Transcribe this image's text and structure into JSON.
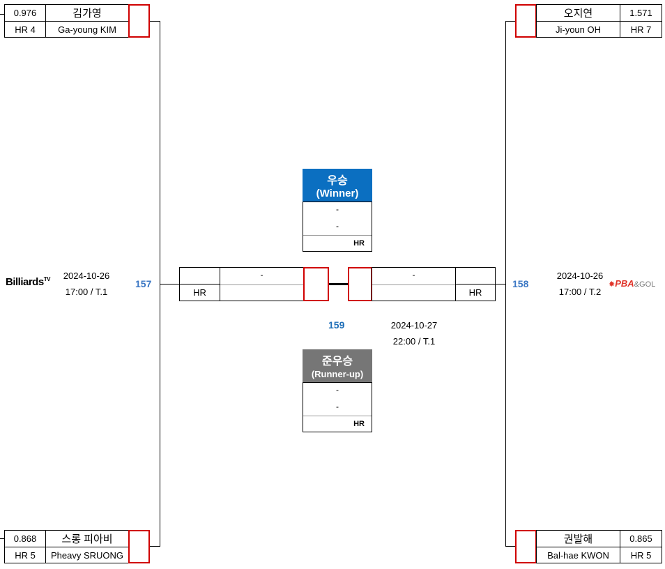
{
  "players": {
    "top_left": {
      "avg": "0.976",
      "name_kr": "김가영",
      "hr": "HR 4",
      "name_en": "Ga-young KIM"
    },
    "bottom_left": {
      "avg": "0.868",
      "name_kr": "스롱 피아비",
      "hr": "HR 5",
      "name_en": "Pheavy SRUONG"
    },
    "top_right": {
      "avg": "1.571",
      "name_kr": "오지연",
      "hr": "HR 7",
      "name_en": "Ji-youn OH"
    },
    "bottom_right": {
      "avg": "0.865",
      "name_kr": "권발해",
      "hr": "HR 5",
      "name_en": "Bal-hae KWON"
    }
  },
  "matches": {
    "left": {
      "number": "157",
      "date": "2024-10-26",
      "time": "17:00 / T.1",
      "broadcaster": "Billiards",
      "broadcaster_sup": "TV"
    },
    "right": {
      "number": "158",
      "date": "2024-10-26",
      "time": "17:00 / T.2",
      "broadcaster": "PBA",
      "broadcaster_suffix": "&GOL"
    },
    "final": {
      "number": "159",
      "date": "2024-10-27",
      "time": "22:00 / T.1"
    }
  },
  "final_slots": {
    "left": {
      "name": "-",
      "hr": "HR"
    },
    "right": {
      "name": "-",
      "hr": "HR"
    }
  },
  "winner": {
    "title_kr": "우승",
    "title_en": "(Winner)",
    "line1": "-",
    "line2": "-",
    "hr": "HR",
    "color": "#0b6fc1"
  },
  "runner_up": {
    "title_kr": "준우승",
    "title_en": "(Runner-up)",
    "line1": "-",
    "line2": "-",
    "hr": "HR",
    "color": "#767676"
  },
  "colors": {
    "accent_blue": "#3c78c4",
    "red": "#d00000"
  }
}
